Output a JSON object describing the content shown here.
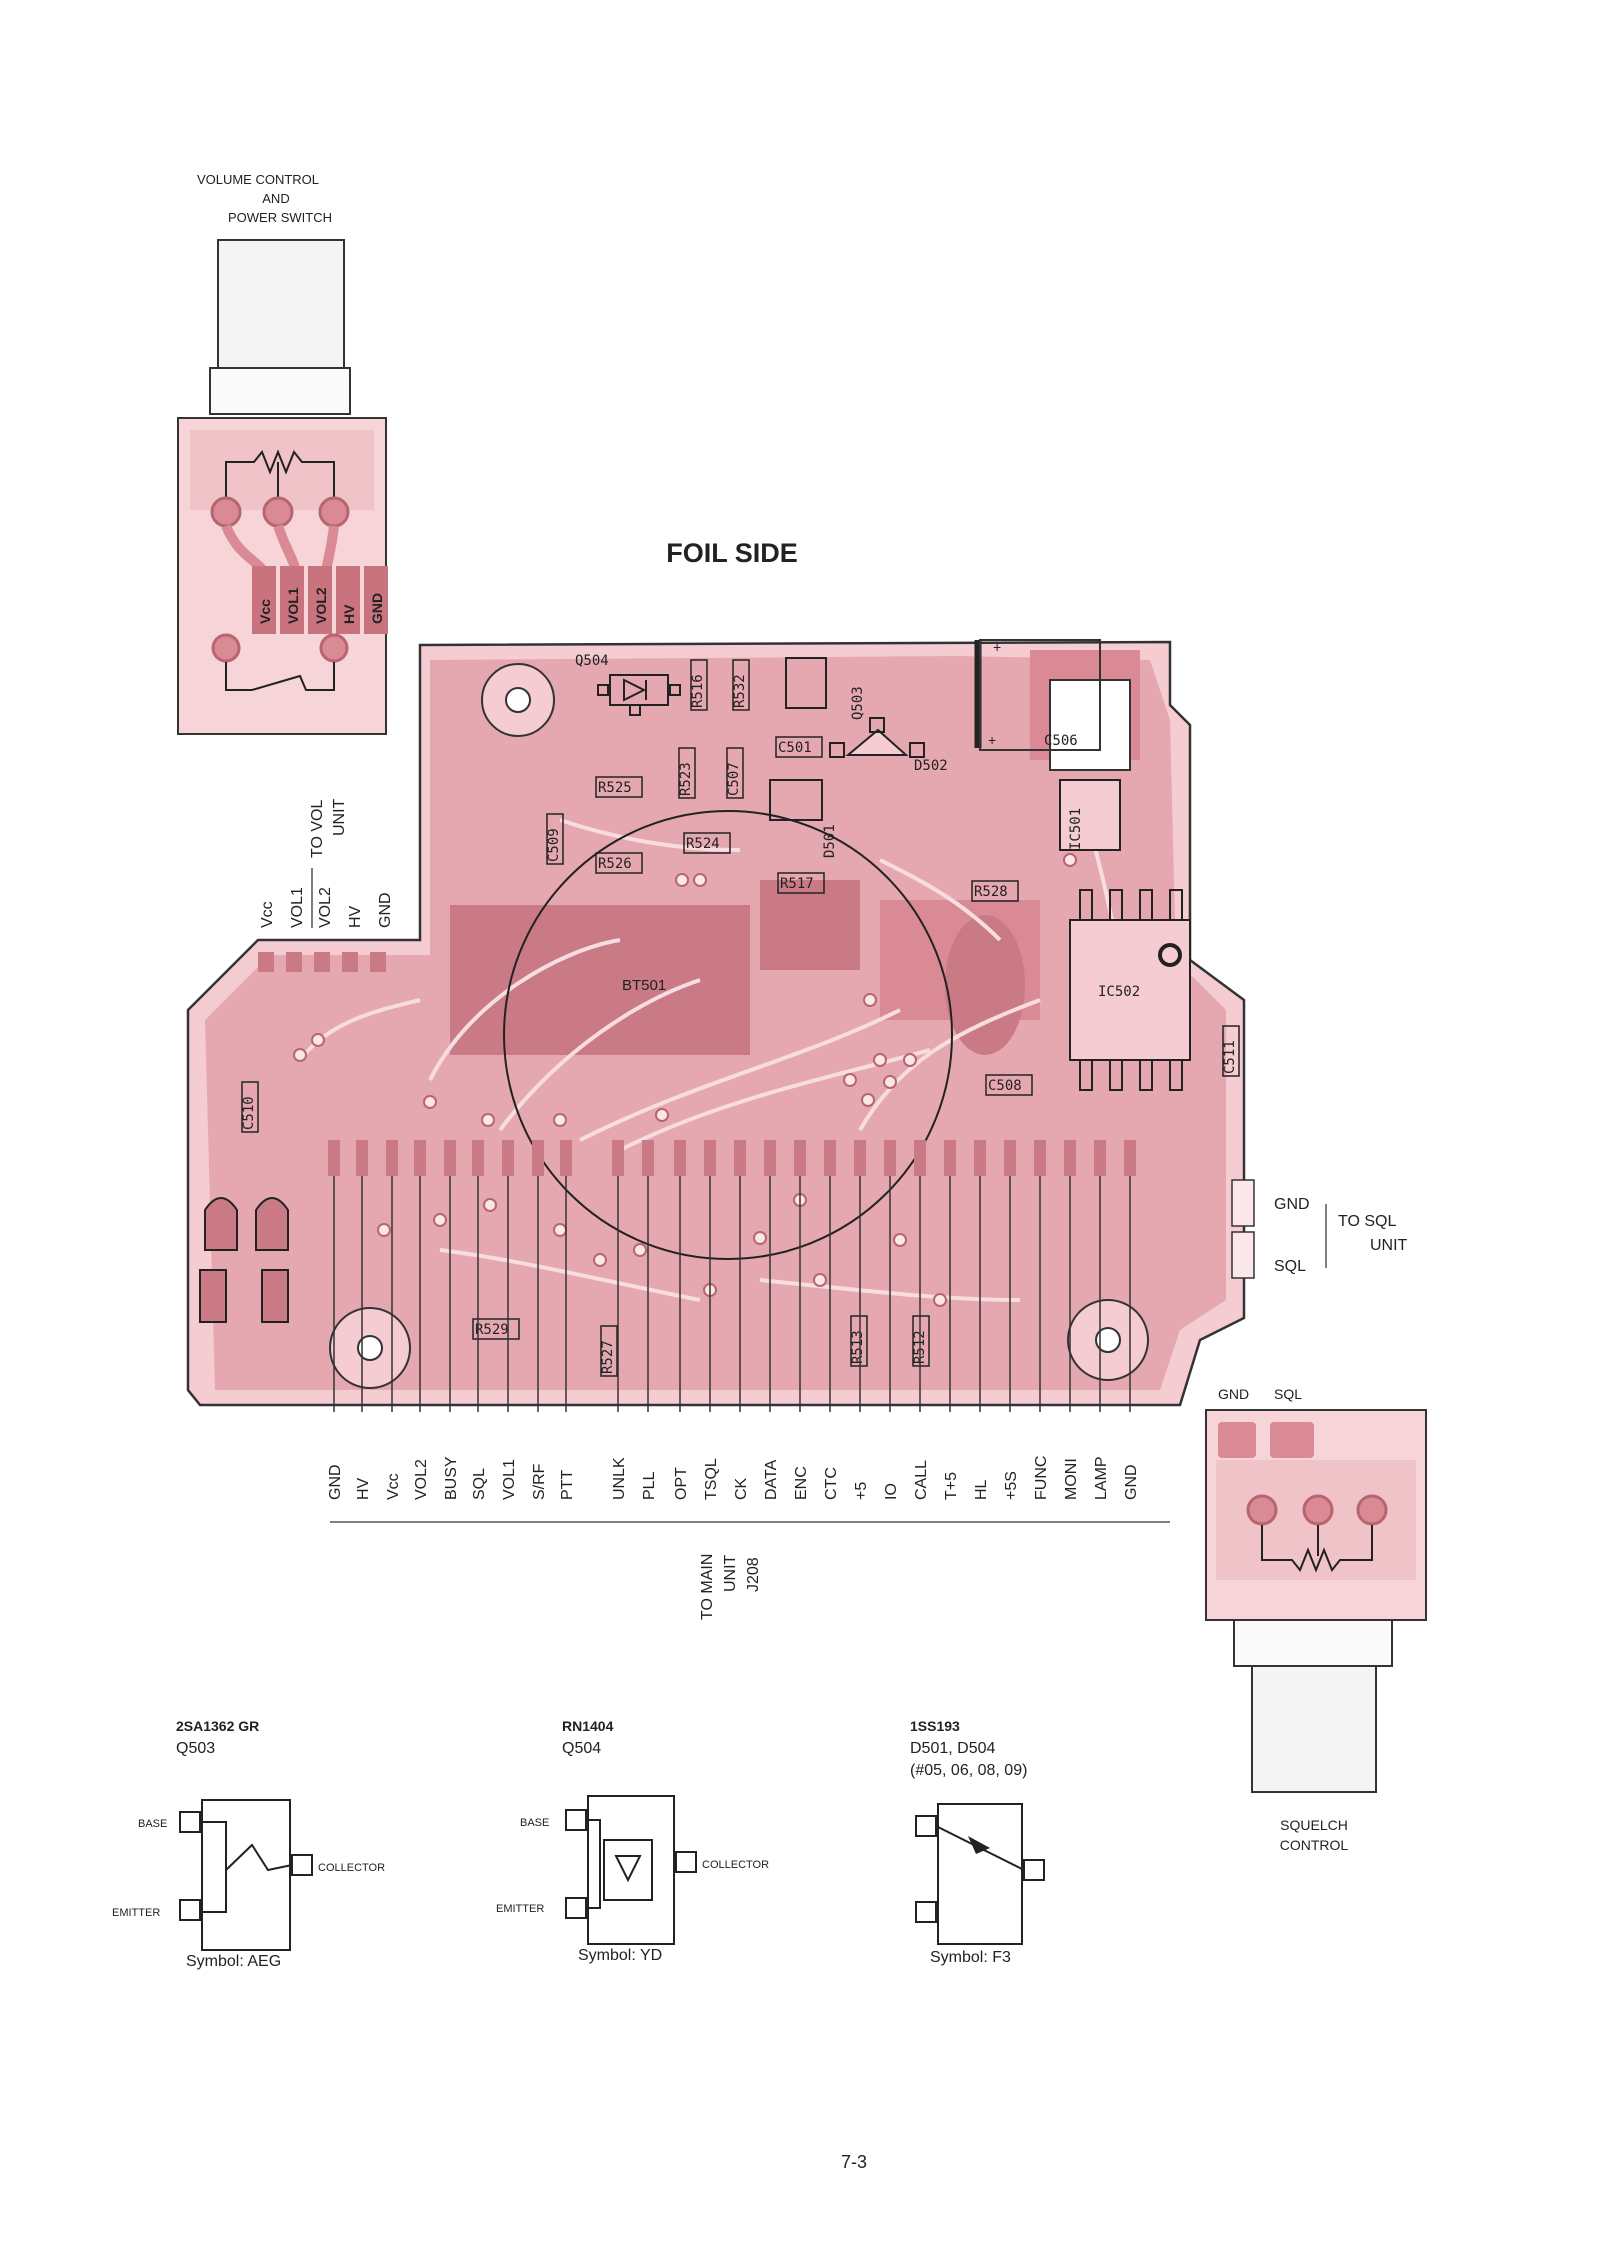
{
  "title": "FOIL SIDE",
  "page_number": "7-3",
  "volume_control": {
    "caption": [
      "VOLUME CONTROL",
      "AND",
      "POWER SWITCH"
    ],
    "pads": [
      "Vcc",
      "VOL1",
      "VOL2",
      "HV",
      "GND"
    ]
  },
  "vol_unit": {
    "caption": [
      "TO VOL",
      "UNIT"
    ],
    "pins": [
      "Vcc",
      "VOL1",
      "VOL2",
      "HV",
      "GND"
    ]
  },
  "sql_unit": {
    "pin_gnd": "GND",
    "pin_sql": "SQL",
    "caption": [
      "TO SQL",
      "UNIT"
    ]
  },
  "squelch_control": {
    "pads": [
      "GND",
      "SQL"
    ],
    "caption": [
      "SQUELCH",
      "CONTROL"
    ]
  },
  "components": [
    "Q504",
    "R516",
    "R532",
    "Q503",
    "C501",
    "D502",
    "C506",
    "R525",
    "R523",
    "C507",
    "C509",
    "R524",
    "D501",
    "IC501",
    "R526",
    "R517",
    "R528",
    "BT501",
    "IC502",
    "C511",
    "C510",
    "C508",
    "R529",
    "R527",
    "R513",
    "R512"
  ],
  "main_pins": [
    "GND",
    "HV",
    "Vcc",
    "VOL2",
    "BUSY",
    "SQL",
    "VOL1",
    "S/RF",
    "PTT",
    "UNLK",
    "PLL",
    "OPT",
    "TSQL",
    "CK",
    "DATA",
    "ENC",
    "CTC",
    "+5",
    "IO",
    "CALL",
    "T+5",
    "HL",
    "+5S",
    "FUNC",
    "MONI",
    "LAMP",
    "GND"
  ],
  "main_unit": {
    "caption": [
      "TO MAIN",
      "UNIT",
      "J208"
    ]
  },
  "parts": [
    {
      "part_no": "2SA1362 GR",
      "ref": "Q503",
      "labels": [
        "BASE",
        "COLLECTOR",
        "EMITTER"
      ],
      "symbol": "Symbol:  AEG"
    },
    {
      "part_no": "RN1404",
      "ref": "Q504",
      "labels": [
        "BASE",
        "COLLECTOR",
        "EMITTER"
      ],
      "symbol": "Symbol:  YD"
    },
    {
      "part_no": "1SS193",
      "ref": "D501, D504",
      "ref2": "(#05, 06, 08, 09)",
      "symbol": "Symbol:  F3"
    }
  ],
  "colors": {
    "foil": "#d98a95",
    "foil_light": "#f0c3c9",
    "foil_dark": "#b7656f",
    "text": "#222222"
  }
}
